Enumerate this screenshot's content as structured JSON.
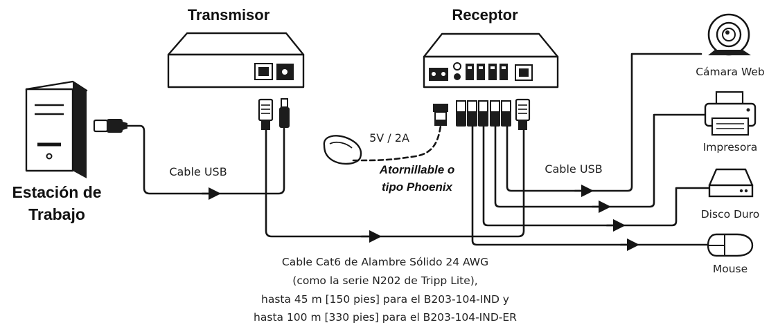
{
  "labels": {
    "transmitter": "Transmisor",
    "receiver": "Receptor",
    "workstation_line1": "Estación de",
    "workstation_line2": "Trabajo",
    "usb_left": "Cable USB",
    "usb_right": "Cable USB",
    "power": "5V / 2A",
    "terminal_line1": "Atornillable o",
    "terminal_line2": "tipo Phoenix",
    "webcam": "Cámara Web",
    "printer": "Impresora",
    "disk": "Disco Duro",
    "mouse": "Mouse"
  },
  "caption": [
    "Cable Cat6 de Alambre Sólido 24 AWG",
    "(como la serie N202 de Tripp Lite),",
    "hasta 45 m [150 pies] para el B203-104-IND y",
    "hasta 100 m [330 pies] para el B203-104-IND-ER"
  ],
  "colors": {
    "ink": "#151515",
    "background": "#ffffff"
  },
  "icons": [
    "workstation-tower-icon",
    "usb-plug-icon",
    "rj45-plug-icon",
    "power-adapter-icon",
    "terminal-block-icon",
    "webcam-icon",
    "printer-icon",
    "hard-drive-icon",
    "mouse-icon"
  ]
}
